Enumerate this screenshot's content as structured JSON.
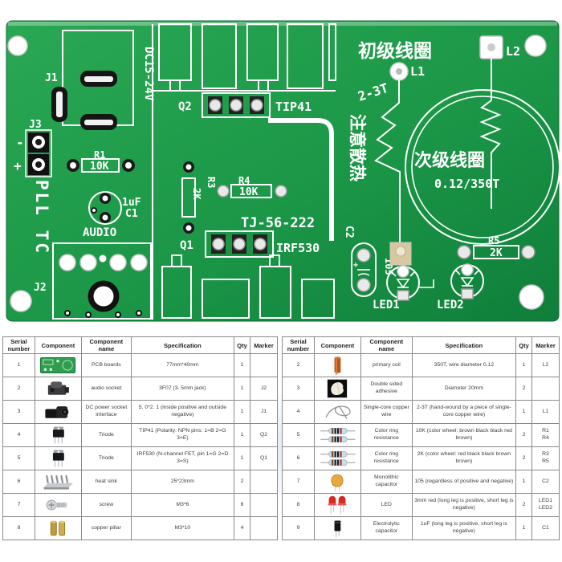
{
  "pcb": {
    "board_color": "#1f9e4a",
    "silkscreen_color": "#ffffff",
    "labels": {
      "j1": "J1",
      "dc_voltage": "DC15-24V",
      "j3": "J3",
      "minus": "-",
      "plus": "+",
      "r1_ref": "R1",
      "r1_value": "10K",
      "pll": "PLL TC",
      "c1_value": "1uF",
      "c1_ref": "C1",
      "audio": "AUDIO",
      "j2": "J2",
      "q2_ref": "Q2",
      "q2_part": "TIP41",
      "r3_ref": "R3",
      "r3_value": "2K",
      "r4_ref": "R4",
      "r4_value": "10K",
      "board_model": "TJ-56-222",
      "q1_ref": "Q1",
      "q1_part": "IRF530",
      "heat_note": "注意散热",
      "primary_coil": "初级线圈",
      "l1": "L1",
      "l2": "L2",
      "turns": "2-3T",
      "secondary_coil": "次级线圈",
      "secondary_spec": "0.12/350T",
      "r5_ref": "R5",
      "r5_value": "2K",
      "c2_ref": "C2",
      "c2_value": "105",
      "led1": "LED1",
      "led2": "LED2"
    }
  },
  "tables": {
    "headers": [
      "Serial number",
      "Component",
      "Component name",
      "Specification",
      "Qty",
      "Marker"
    ],
    "left_rows": [
      {
        "serial": "1",
        "image": "pcb-board",
        "name": "PCB boards",
        "spec": "77mm*40mm",
        "qty": "1",
        "marker": ""
      },
      {
        "serial": "2",
        "image": "audio-socket",
        "name": "audio socket",
        "spec": "3F07 (3. 5mm jack)",
        "qty": "1",
        "marker": "J2"
      },
      {
        "serial": "3",
        "image": "dc-socket",
        "name": "DC power socket interface",
        "spec": "5. 0*2. 1 (inside positive and outside negative)",
        "qty": "1",
        "marker": "J1"
      },
      {
        "serial": "4",
        "image": "transistor",
        "name": "Triode",
        "spec": "TIP41 (Polarity: NPN pins: 1=B 2=G 3=E)",
        "qty": "1",
        "marker": "Q2"
      },
      {
        "serial": "5",
        "image": "transistor",
        "name": "Triode",
        "spec": "IRF530 (N-channel FET, pin 1=G 2=D 3=S)",
        "qty": "1",
        "marker": "Q1"
      },
      {
        "serial": "6",
        "image": "heat-sink",
        "name": "heat sink",
        "spec": "25*23mm",
        "qty": "2",
        "marker": ""
      },
      {
        "serial": "7",
        "image": "screw",
        "name": "screw",
        "spec": "M3*6",
        "qty": "6",
        "marker": ""
      },
      {
        "serial": "8",
        "image": "copper-pillar",
        "name": "copper pillar",
        "spec": "M3*10",
        "qty": "4",
        "marker": ""
      }
    ],
    "right_rows": [
      {
        "serial": "2",
        "image": "coil",
        "name": "primary coil",
        "spec": "350T, wire diameter 0.12",
        "qty": "1",
        "marker": "L2"
      },
      {
        "serial": "3",
        "image": "adhesive",
        "name": "Double sided adhesive",
        "spec": "Diameter 20mm",
        "qty": "2",
        "marker": ""
      },
      {
        "serial": "4",
        "image": "copper-wire",
        "name": "Single-core copper wire",
        "spec": "2-3T (hand-wound by a piece of single-core copper wire)",
        "qty": "1",
        "marker": "L1"
      },
      {
        "serial": "5",
        "image": "resistor",
        "name": "Color ring resistance",
        "spec": "10K (color wheel: brown black black red brown)",
        "qty": "2",
        "marker": "R1\nR4"
      },
      {
        "serial": "6",
        "image": "resistor",
        "name": "Color ring resistance",
        "spec": "2K (color wheel: red black black brown brown)",
        "qty": "2",
        "marker": "R3\nR5"
      },
      {
        "serial": "7",
        "image": "mono-capacitor",
        "name": "Monolithic capacitor",
        "spec": "105 (regardless of positive and negative)",
        "qty": "1",
        "marker": "C2"
      },
      {
        "serial": "8",
        "image": "led",
        "name": "LED",
        "spec": "3mm red (long leg is positive, short leg is negative)",
        "qty": "2",
        "marker": "LED1\nLED2"
      },
      {
        "serial": "9",
        "image": "electrolytic-capacitor",
        "name": "Electrolytic capacitor",
        "spec": "1uF (long leg is positive, short leg is negative)",
        "qty": "1",
        "marker": "C1"
      }
    ]
  }
}
